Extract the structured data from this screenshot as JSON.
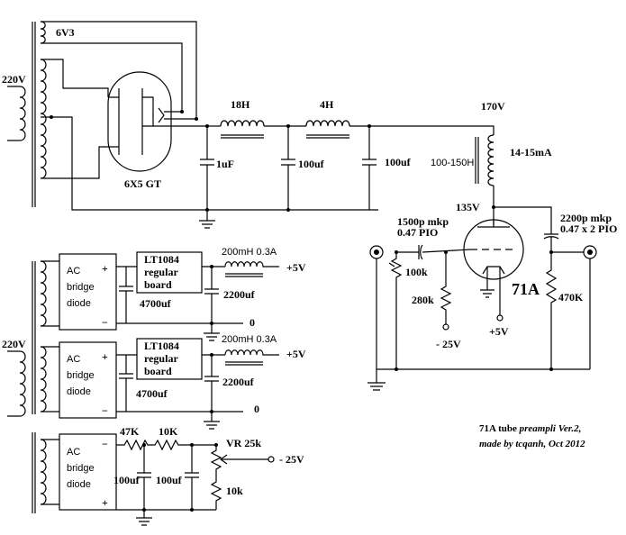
{
  "psu": {
    "heater_label": "6V3",
    "mains_label": "220V",
    "rectifier_label": "6X5 GT",
    "choke1_label": "18H",
    "choke2_label": "4H",
    "cap1_label": "1uF",
    "cap2_label": "100uf",
    "cap3_label": "100uf",
    "b_plus_label": "170V"
  },
  "stage": {
    "plate_choke_label": "100-150H",
    "current_label": "14-15mA",
    "plate_voltage_label": "135V",
    "input_cap_label": "1500p mkp",
    "input_cap_label2": "0.47 PIO",
    "output_cap_label": "2200p mkp",
    "output_cap_label2": "0.47 x 2 PIO",
    "pot_label": "100k",
    "grid_res_label": "280k",
    "neg_bias_label": "- 25V",
    "filament_label": "+5V",
    "tube_label": "71A",
    "load_res_label": "470K"
  },
  "reg1": {
    "mains_label": "220V",
    "bridge_lines": [
      "AC",
      "bridge",
      "diode"
    ],
    "plus": "+",
    "minus": "−",
    "board_lines": [
      "LT1084",
      "regular",
      "board"
    ],
    "cap_in_label": "4700uf",
    "choke_label": "200mH 0.3A",
    "cap_out_label": "2200uf",
    "out_label": "+5V",
    "zero_label": "0"
  },
  "reg2": {
    "bridge_lines": [
      "AC",
      "bridge",
      "diode"
    ],
    "plus": "+",
    "minus": "−",
    "board_lines": [
      "LT1084",
      "regular",
      "board"
    ],
    "cap_in_label": "4700uf",
    "choke_label": "200mH 0.3A",
    "cap_out_label": "2200uf",
    "out_label": "+5V",
    "zero_label": "0"
  },
  "neg": {
    "bridge_lines": [
      "AC",
      "bridge",
      "diode"
    ],
    "plus": "+",
    "minus": "−",
    "r1_label": "47K",
    "r2_label": "10K",
    "c1_label": "100uf",
    "c2_label": "100uf",
    "vr_label": "VR 25k",
    "r3_label": "10k",
    "out_label": "- 25V"
  },
  "credit": {
    "line1_a": "71A tube ",
    "line1_b": "preampli Ver.2,",
    "line2": "made by tcqanh, Oct 2012"
  }
}
